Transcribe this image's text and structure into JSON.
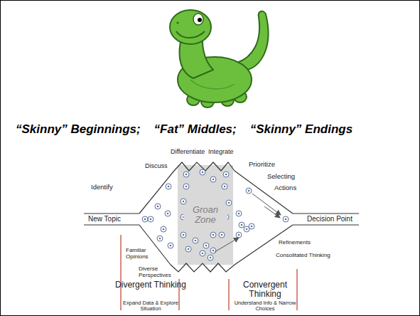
{
  "diagram": {
    "title": "“Skinny” Beginnings;    “Fat” Middles;    “Skinny” Endings",
    "nodes": [
      {
        "text": [
          "Groan Zone"
        ]
      }
    ],
    "labels": [
      "Differentiate",
      "Integrate",
      "Discuss",
      "Identify",
      "Prioritize",
      "Selecting",
      "Actions",
      "New Topic",
      "Decision Point",
      "Familiar Opinions",
      "Diverse Perspectives",
      "Refinements",
      "Consolitated Thinking",
      "Divergent Thinking",
      "Expand Data & Explore Situation",
      "Convergent Thinking",
      "Understand Info & Narrow Choices"
    ]
  }
}
